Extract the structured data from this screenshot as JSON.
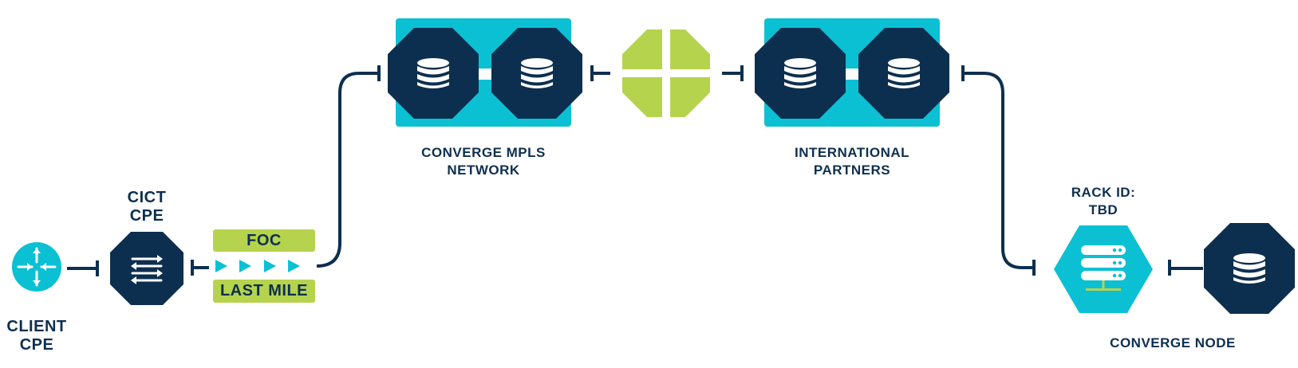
{
  "colors": {
    "navy": "#0d2f4f",
    "cyan": "#0cc0d4",
    "lime": "#b6d34e",
    "white": "#ffffff"
  },
  "nodes": {
    "client_cpe": {
      "line1": "CLIENT",
      "line2": "CPE",
      "icon": "router-icon"
    },
    "cict_cpe": {
      "line1": "CICT",
      "line2": "CPE",
      "icon": "switch-icon"
    },
    "foc": {
      "top": "FOC",
      "bottom": "LAST MILE"
    },
    "mpls": {
      "line1": "CONVERGE MPLS",
      "line2": "NETWORK",
      "icon": "database-icon"
    },
    "internet": {
      "icon": "cross-octagon-icon"
    },
    "partners": {
      "line1": "INTERNATIONAL",
      "line2": "PARTNERS",
      "icon": "database-icon"
    },
    "rack": {
      "line1": "RACK ID:",
      "line2": "TBD",
      "icon": "server-rack-icon"
    },
    "converge_node": {
      "label": "CONVERGE NODE",
      "icon": "database-icon"
    }
  }
}
